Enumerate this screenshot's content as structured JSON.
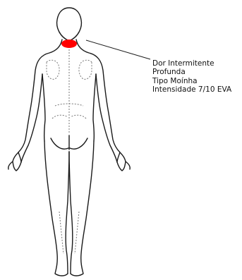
{
  "annotation": {
    "lines": [
      "Dor Intermitente",
      "Profunda",
      "Tipo Moínha",
      "Intensidade 7/10 EVA"
    ]
  },
  "colors": {
    "pain_marker": "#ff0000",
    "outline": "#1a1a1a",
    "muscle_lines": "#777777"
  }
}
